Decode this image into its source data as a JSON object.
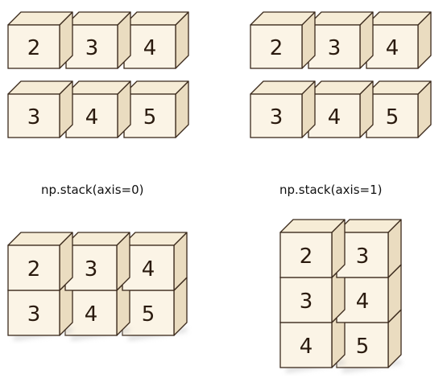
{
  "colors": {
    "front": "#fbf4e6",
    "top": "#f6ecd6",
    "side": "#eadcc0",
    "stroke": "#3b2a1c",
    "shadow": "#c9c9c9"
  },
  "inputs": {
    "left": [
      [
        2,
        3,
        4
      ],
      [
        3,
        4,
        5
      ]
    ],
    "right": [
      [
        2,
        3,
        4
      ],
      [
        3,
        4,
        5
      ]
    ]
  },
  "captions": {
    "axis0": "np.stack(axis=0)",
    "axis1": "np.stack(axis=1)"
  },
  "results": {
    "axis0": [
      [
        2,
        3,
        4
      ],
      [
        3,
        4,
        5
      ]
    ],
    "axis1": [
      [
        2,
        3
      ],
      [
        3,
        4
      ],
      [
        4,
        5
      ]
    ]
  }
}
